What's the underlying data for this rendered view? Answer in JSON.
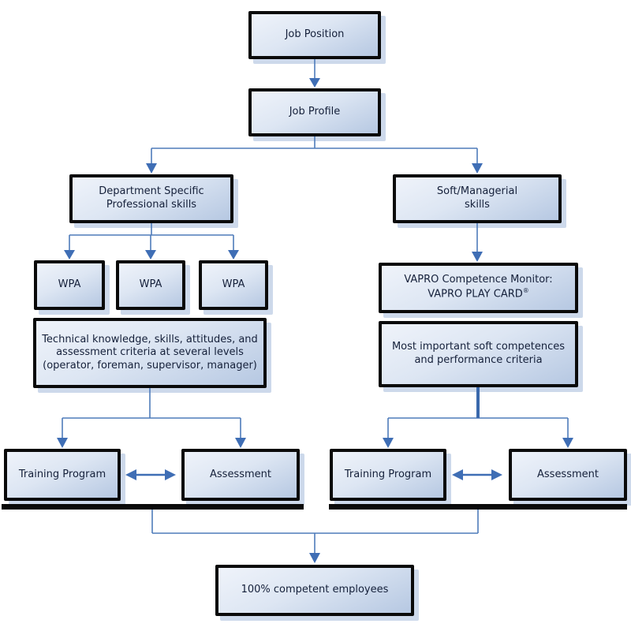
{
  "diagram": {
    "type": "flowchart",
    "nodes": {
      "job_position": {
        "label": "Job Position"
      },
      "job_profile": {
        "label": "Job Profile"
      },
      "dept_skills": {
        "label": "Department Specific Professional skills"
      },
      "soft_skills": {
        "label": "Soft/Managerial skills"
      },
      "wpa_1": {
        "label": "WPA"
      },
      "wpa_2": {
        "label": "WPA"
      },
      "wpa_3": {
        "label": "WPA"
      },
      "technical_criteria": {
        "label": "Technical knowledge, skills, attitudes, and assessment criteria at several levels (operator, foreman, supervisor, manager)"
      },
      "vapro_monitor": {
        "line1": "VAPRO Competence Monitor:",
        "line2": "VAPRO PLAY CARD",
        "sup": "®"
      },
      "soft_competences": {
        "label": "Most important soft competences and performance criteria"
      },
      "training_program_left": {
        "label": "Training Program"
      },
      "assessment_left": {
        "label": "Assessment"
      },
      "training_program_right": {
        "label": "Training Program"
      },
      "assessment_right": {
        "label": "Assessment"
      },
      "result": {
        "label": "100% competent employees"
      }
    },
    "edges": [
      {
        "from": "job_position",
        "to": "job_profile",
        "style": "arrow"
      },
      {
        "from": "job_profile",
        "to": "dept_skills",
        "style": "arrow"
      },
      {
        "from": "job_profile",
        "to": "soft_skills",
        "style": "arrow"
      },
      {
        "from": "dept_skills",
        "to": "wpa_1",
        "style": "arrow"
      },
      {
        "from": "dept_skills",
        "to": "wpa_2",
        "style": "arrow"
      },
      {
        "from": "dept_skills",
        "to": "wpa_3",
        "style": "arrow"
      },
      {
        "from": "technical_criteria",
        "to": "training_program_left",
        "style": "arrow"
      },
      {
        "from": "technical_criteria",
        "to": "assessment_left",
        "style": "arrow"
      },
      {
        "from": "soft_skills",
        "to": "vapro_monitor",
        "style": "arrow"
      },
      {
        "from": "soft_competences",
        "to": "training_program_right",
        "style": "arrow"
      },
      {
        "from": "soft_competences",
        "to": "assessment_right",
        "style": "arrow"
      },
      {
        "from": "training_program_left",
        "to": "assessment_left",
        "style": "double-arrow"
      },
      {
        "from": "training_program_right",
        "to": "assessment_right",
        "style": "double-arrow"
      },
      {
        "from": "left_branch_bar",
        "to": "result",
        "style": "arrow"
      },
      {
        "from": "right_branch_bar",
        "to": "result",
        "style": "arrow"
      }
    ],
    "colors": {
      "connector": "#4f7cba",
      "arrowhead": "#3f6eb5",
      "thick_connector": "#3a68ac",
      "box_border": "#0a0a0a",
      "box_fill_top": "#eff3fa",
      "box_fill_bottom": "#b6c8e2",
      "box_shadow": "#cdd9eb",
      "merge_bar": "#0a0a0a",
      "text": "#15203a",
      "background": "#ffffff"
    }
  }
}
